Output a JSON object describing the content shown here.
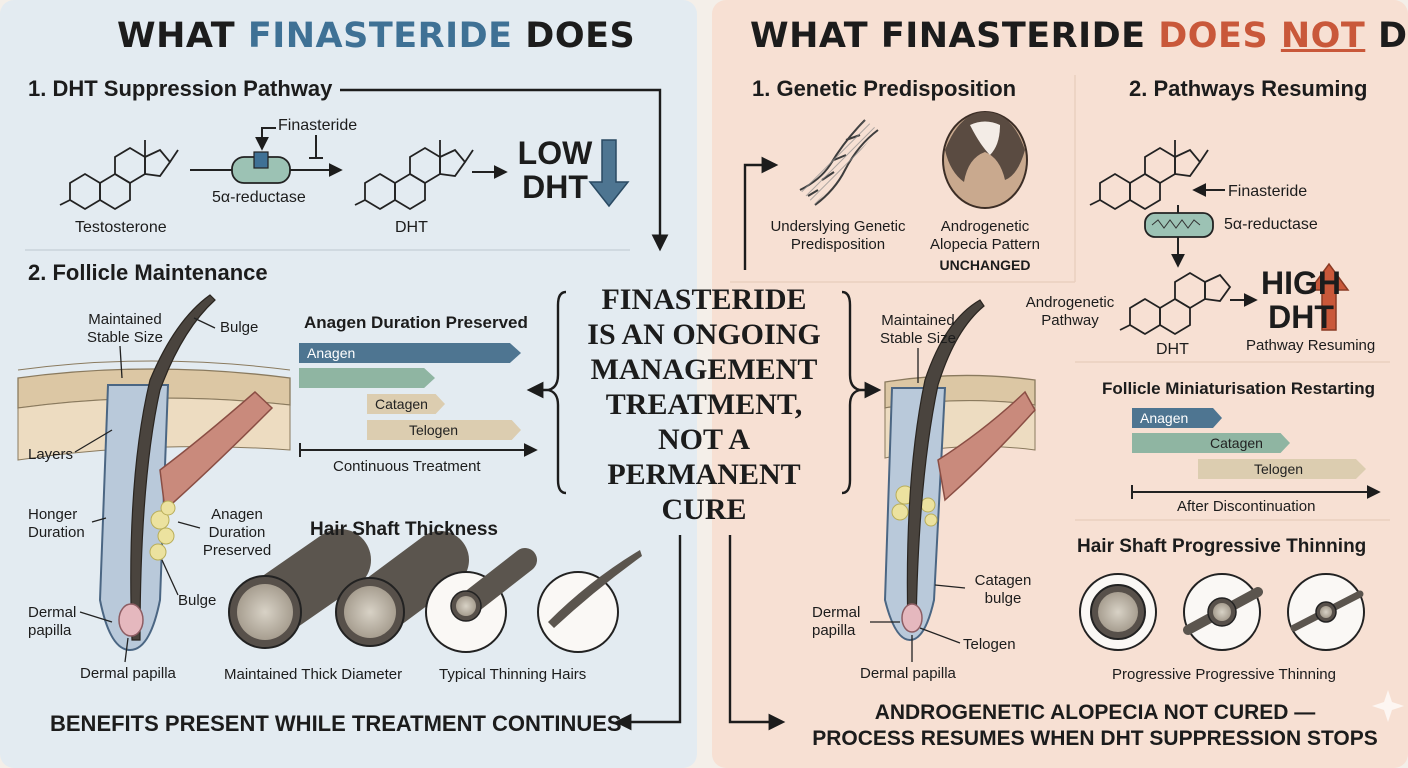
{
  "left": {
    "title_pre": "WHAT ",
    "title_brand": "FINASTERIDE",
    "title_post": " DOES",
    "section1": "1. DHT Suppression Pathway",
    "finasteride": "Finasteride",
    "enzyme": "5α-reductase",
    "testosterone": "Testosterone",
    "dht": "DHT",
    "low1": "LOW",
    "low2": "DHT",
    "section2": "2. Follicle Maintenance",
    "maintained_size": "Maintained\nStable Size",
    "bulge_top": "Bulge",
    "layers": "Layers",
    "longer_duration": "Honger\nDuration",
    "anagen_preserved_lbl": "Anagen\nDuration\nPreserved",
    "bulge_low": "Bulge",
    "dermal_papilla_side": "Dermal\npapilla",
    "dermal_papilla_bottom": "Dermal papilla",
    "anagen_title": "Anagen Duration Preserved",
    "bar_anagen": "Anagen",
    "bar_catagen": "Catagen",
    "bar_telogen": "Telogen",
    "continuous": "Continuous Treatment",
    "shaft_title": "Hair Shaft Thickness",
    "thick_lbl": "Maintained Thick Diameter",
    "thin_lbl": "Typical Thinning Hairs",
    "footer": "BENEFITS PRESENT WHILE TREATMENT CONTINUES"
  },
  "center": {
    "line1": "FINASTERIDE",
    "line2": "IS AN ONGOING",
    "line3": "MANAGEMENT",
    "line4": "TREATMENT,",
    "line5": "NOT A",
    "line6": "PERMANENT",
    "line7": "CURE"
  },
  "right": {
    "title_pre": "WHAT FINASTERIDE ",
    "title_does": "DOES ",
    "title_not": "NOT",
    "title_post": " DO",
    "section1": "1. Genetic Predisposition",
    "section2": "2. Pathways Resuming",
    "genetic_lbl": "Underslying Genetic\nPredisposition",
    "pattern_lbl": "Androgenetic\nAlopecia Pattern",
    "unchanged": "UNCHANGED",
    "finasteride": "Finasteride",
    "enzyme": "5α-reductase",
    "androgenetic_pathway": "Androgenetic\nPathway",
    "dht": "DHT",
    "high1": "HIGH",
    "high2": "DHT",
    "pathway_resuming": "Pathway Resuming",
    "maintained_size": "Maintained\nStable Size",
    "catagen_bulge": "Catagen\nbulge",
    "dermal_papilla_side": "Dermal\npapilla",
    "telogen_lbl": "Telogen",
    "dermal_papilla_bottom": "Dermal papilla",
    "mini_title": "Follicle Miniaturisation Restarting",
    "bar_anagen": "Anagen",
    "bar_catagen": "Catagen",
    "bar_telogen": "Telogen",
    "after": "After Discontinuation",
    "shaft_title": "Hair Shaft Progressive Thinning",
    "progressive_lbl": "Progressive Progressive Thinning",
    "footer1": "ANDROGENETIC ALOPECIA NOT CURED —",
    "footer2": "PROCESS RESUMES WHEN DHT SUPPRESSION STOPS"
  },
  "colors": {
    "left_bg": "#e3ebf1",
    "right_bg": "#f7e0d3",
    "blue_accent": "#3f7195",
    "red_accent": "#c9583a",
    "anagen_bar": "#4e7591",
    "catagen_bar_green": "#8fb5a2",
    "telogen_bar": "#dccdb0"
  }
}
